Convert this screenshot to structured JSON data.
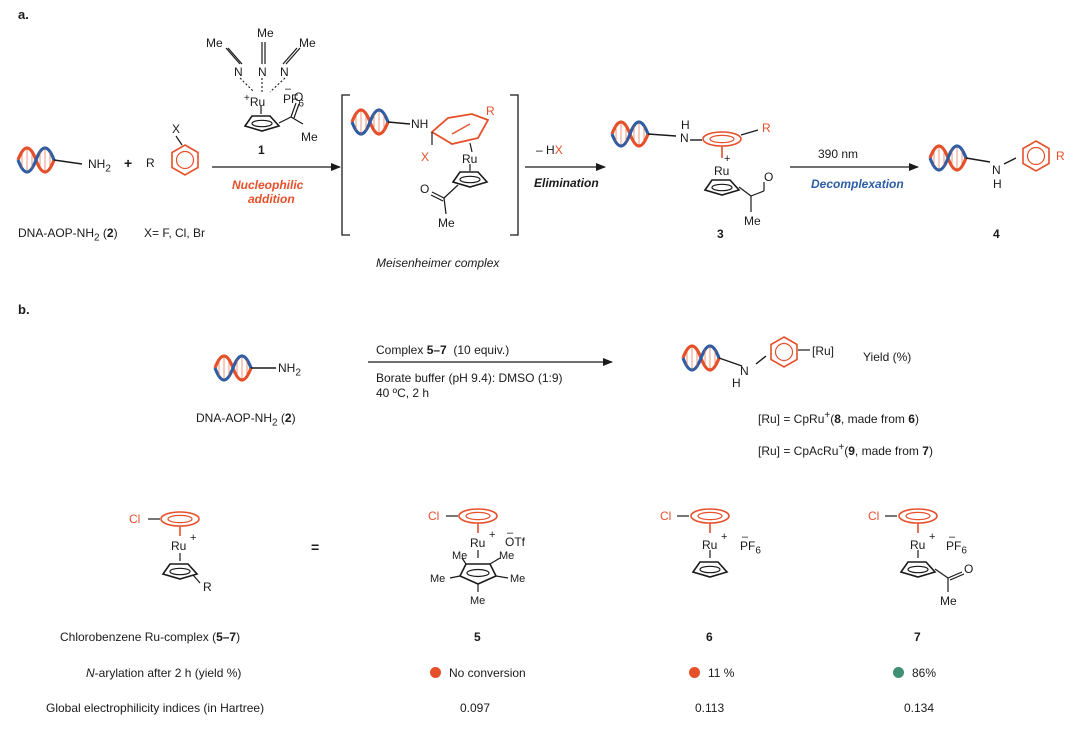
{
  "panel_a": {
    "label": "a.",
    "dna_amine_formula": "NH",
    "dna_amine_sub": "2",
    "plus": "+",
    "aryl_halide_x": "X",
    "aryl_halide_r": "R",
    "start_name": "DNA-AOP-NH",
    "start_name_sub": "2",
    "start_name_num": "2",
    "halides": "X= F, Cl, Br",
    "catalyst": {
      "ligand": "Me",
      "n_label": "N",
      "metal": "Ru",
      "charge": "+",
      "counterion": "PF",
      "counterion_sub": "6",
      "counter_charge": "–",
      "acetyl_me": "Me",
      "acetyl_o": "O",
      "number": "1"
    },
    "step1": {
      "line1": "Nucleophilic",
      "line2": "addition"
    },
    "intermediate": {
      "nh": "NH",
      "x": "X",
      "r": "R",
      "metal": "Ru",
      "acetyl_o": "O",
      "acetyl_me": "Me",
      "name": "Meisenheimer complex"
    },
    "step2": {
      "minus_hx_prefix": "– H",
      "minus_hx_x": "X",
      "label": "Elimination"
    },
    "product3": {
      "h": "H",
      "n": "N",
      "r": "R",
      "metal": "Ru",
      "charge": "+",
      "acetyl_o": "O",
      "acetyl_me": "Me",
      "number": "3"
    },
    "step3": {
      "wavelength": "390 nm",
      "label": "Decomplexation"
    },
    "product4": {
      "n": "N",
      "h": "H",
      "r": "R",
      "number": "4"
    }
  },
  "panel_b": {
    "label": "b.",
    "amine_formula": "NH",
    "amine_sub": "2",
    "start_name": "DNA-AOP-NH",
    "start_name_sub": "2",
    "start_name_num": "2",
    "conditions": {
      "reagent_prefix": "Complex ",
      "reagent_range": "5–7",
      "reagent_suffix": "  (10 equiv.)",
      "solvent": "Borate buffer (pH 9.4): DMSO (1:9)",
      "temp_time": "40 ºC, 2 h"
    },
    "product": {
      "ru_tag": "[Ru]",
      "n": "N",
      "h": "H",
      "yield_label": "Yield (%)"
    },
    "def1": {
      "prefix": "[Ru] = CpRu",
      "charge": "+",
      "paren_open": "(",
      "num": "8",
      "mid": ", made from ",
      "src": "6",
      "close": ")"
    },
    "def2": {
      "prefix": "[Ru] = CpAcRu",
      "charge": "+",
      "paren_open": "(",
      "num": "9",
      "mid": ", made from ",
      "src": "7",
      "close": ")"
    },
    "generic": {
      "cl": "Cl",
      "metal": "Ru",
      "charge": "+",
      "r": "R",
      "equals": "="
    },
    "complexes": [
      {
        "number": "5",
        "cl": "Cl",
        "metal": "Ru",
        "charge": "+",
        "anion": "OTf",
        "anion_charge": "–",
        "me": "Me"
      },
      {
        "number": "6",
        "cl": "Cl",
        "metal": "Ru",
        "charge": "+",
        "anion": "PF",
        "anion_sub": "6",
        "anion_charge": "–"
      },
      {
        "number": "7",
        "cl": "Cl",
        "metal": "Ru",
        "charge": "+",
        "anion": "PF",
        "anion_sub": "6",
        "anion_charge": "–",
        "acetyl_o": "O",
        "acetyl_me": "Me"
      }
    ],
    "table": {
      "row1_label": "Chlorobenzene Ru-complex (",
      "row1_range": "5–7",
      "row1_close": ")",
      "row2_label_italic": "N",
      "row2_label_rest": "-arylation after 2 h (yield %)",
      "row3_label": "Global electrophilicity indices (in Hartree)",
      "results": [
        {
          "number": "5",
          "yield_text": "No conversion",
          "dot_color": "#e5502a",
          "index": "0.097"
        },
        {
          "number": "6",
          "yield_text": "11 %",
          "dot_color": "#e5502a",
          "index": "0.113"
        },
        {
          "number": "7",
          "yield_text": "86%",
          "dot_color": "#3f8f74",
          "index": "0.134"
        }
      ]
    }
  },
  "colors": {
    "orange": "#e5502a",
    "blue": "#2b5ea6",
    "green": "#3f8f74",
    "black": "#1a1a1a"
  }
}
